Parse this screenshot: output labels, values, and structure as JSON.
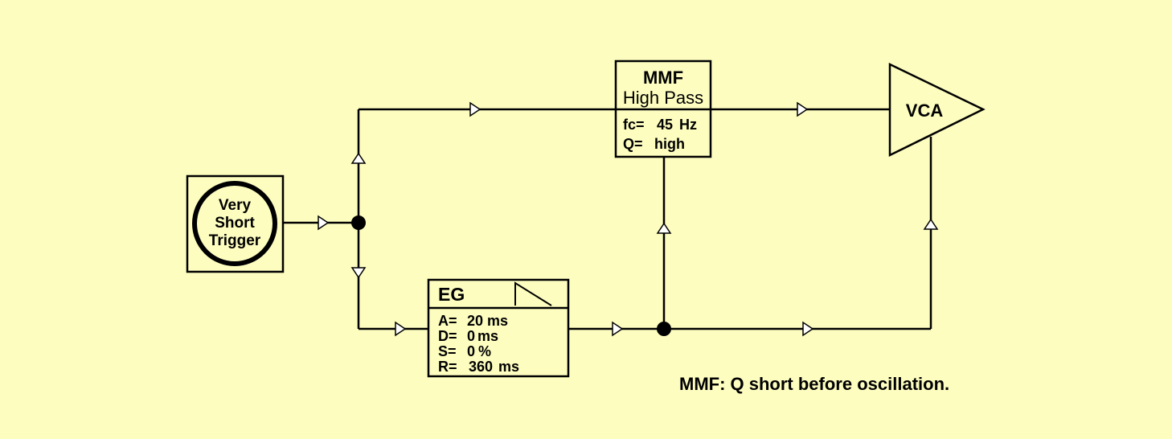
{
  "trigger": {
    "lines": [
      "Very",
      "Short",
      "Trigger"
    ]
  },
  "mmf": {
    "title": "MMF",
    "subtitle": "High Pass",
    "fc_label": "fc=",
    "fc_value": "45",
    "fc_unit": "Hz",
    "q_label": "Q=",
    "q_value": "high"
  },
  "eg": {
    "title": "EG",
    "params": [
      {
        "label": "A=",
        "value": "20",
        "unit": "ms"
      },
      {
        "label": "D=",
        "value": "0",
        "unit": "ms"
      },
      {
        "label": "S=",
        "value": "0",
        "unit": "%"
      },
      {
        "label": "R=",
        "value": "360",
        "unit": "ms"
      }
    ]
  },
  "vca": {
    "label": "VCA"
  },
  "note": "MMF: Q short before oscillation.",
  "colors": {
    "background": "#fdfdc0",
    "stroke": "#000000",
    "arrow_fill": "#ffffff"
  }
}
